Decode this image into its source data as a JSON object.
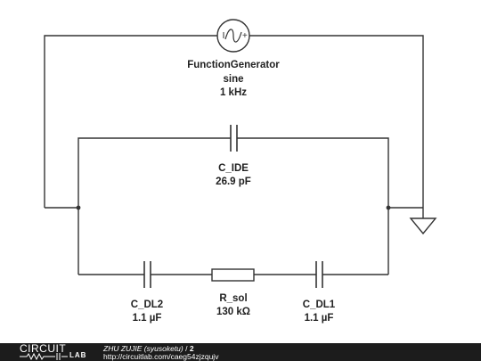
{
  "components": {
    "generator": {
      "name": "FunctionGenerator",
      "waveform": "sine",
      "frequency": "1 kHz"
    },
    "c_ide": {
      "name": "C_IDE",
      "value": "26.9 pF"
    },
    "c_dl2": {
      "name": "C_DL2",
      "value": "1.1 µF"
    },
    "r_sol": {
      "name": "R_sol",
      "value": "130 kΩ"
    },
    "c_dl1": {
      "name": "C_DL1",
      "value": "1.1 µF"
    }
  },
  "footer": {
    "logo_top": "CIRCUIT",
    "logo_bottom": "LAB",
    "author": "ZHU ZUJIE (syusoketu)",
    "separator": "/",
    "revision": "2",
    "url": "http://circuitlab.com/caeg54zjzqujv"
  },
  "colors": {
    "wire": "#333333",
    "footer_bg": "#1c1c1c",
    "background": "#ffffff"
  }
}
